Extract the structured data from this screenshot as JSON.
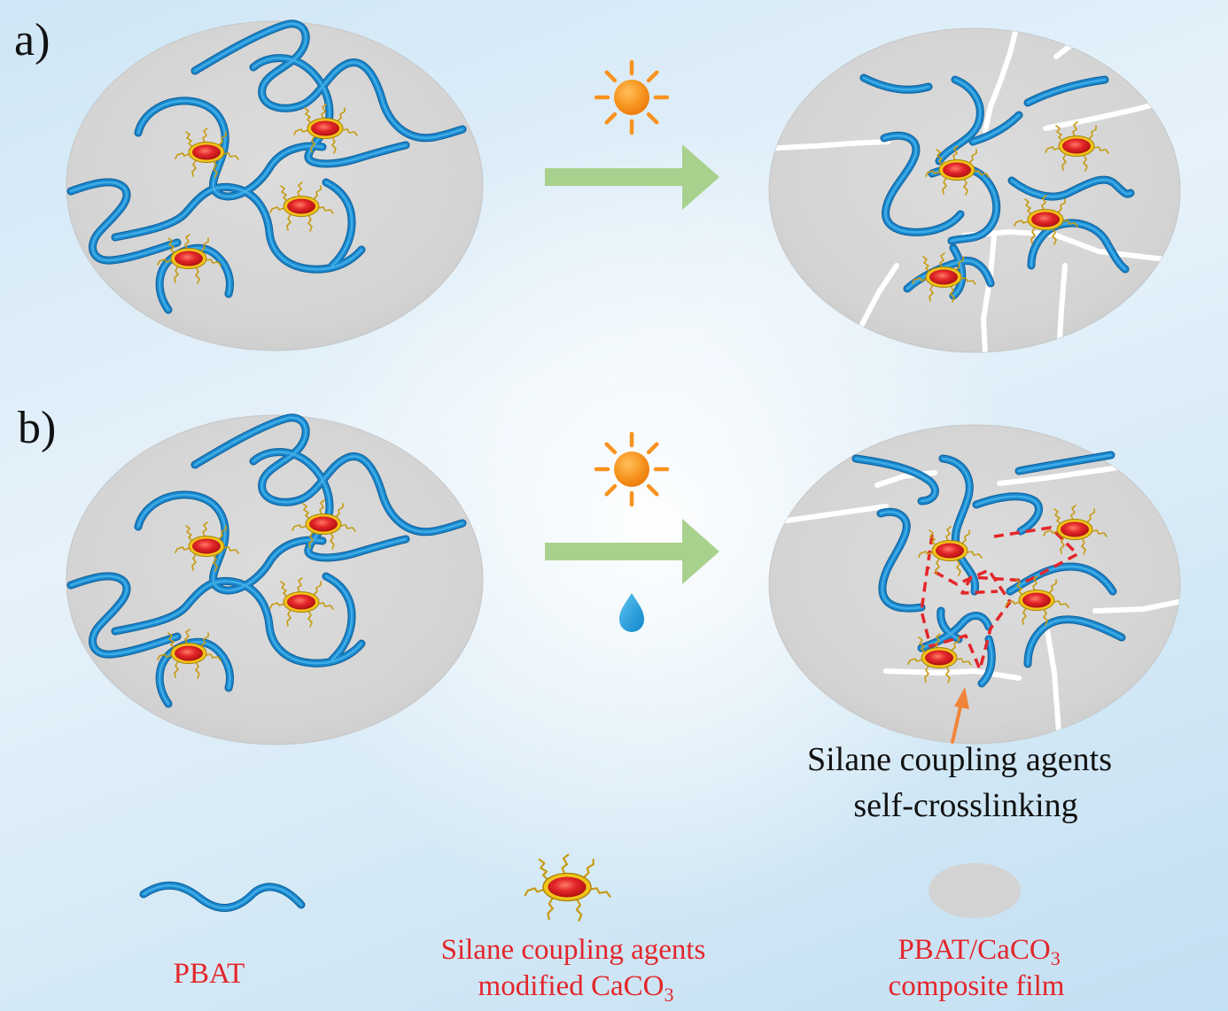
{
  "panels": {
    "a": {
      "label": "a)"
    },
    "b": {
      "label": "b)"
    }
  },
  "annotation": {
    "line1": "Silane coupling agents",
    "line2": "self-crosslinking"
  },
  "legend": {
    "pbat": {
      "label": "PBAT"
    },
    "particle": {
      "line1": "Silane coupling agents",
      "line2_main": "modified CaCO",
      "line2_sub": "3"
    },
    "film": {
      "line1_main": "PBAT/CaCO",
      "line1_sub": "3",
      "line2": "composite film"
    }
  },
  "icons": {
    "sun": "sun-icon",
    "drop": "water-drop-icon",
    "arrow": "arrow-right-icon",
    "pointer": "arrow-up-icon"
  },
  "colors": {
    "chain": "#1a86cc",
    "chain_highlight": "#45b4ec",
    "chain_dark": "#0e5f98",
    "particle_core": "#e3262a",
    "particle_ring": "#f0c419",
    "sun": "#f7931e",
    "arrow": "#a9d18e",
    "drop": "#1f9fe0",
    "film": "#d6d6d6",
    "legend_text": "#e3262a",
    "crosslink": "#e3262a",
    "pointer": "#f0853a"
  }
}
